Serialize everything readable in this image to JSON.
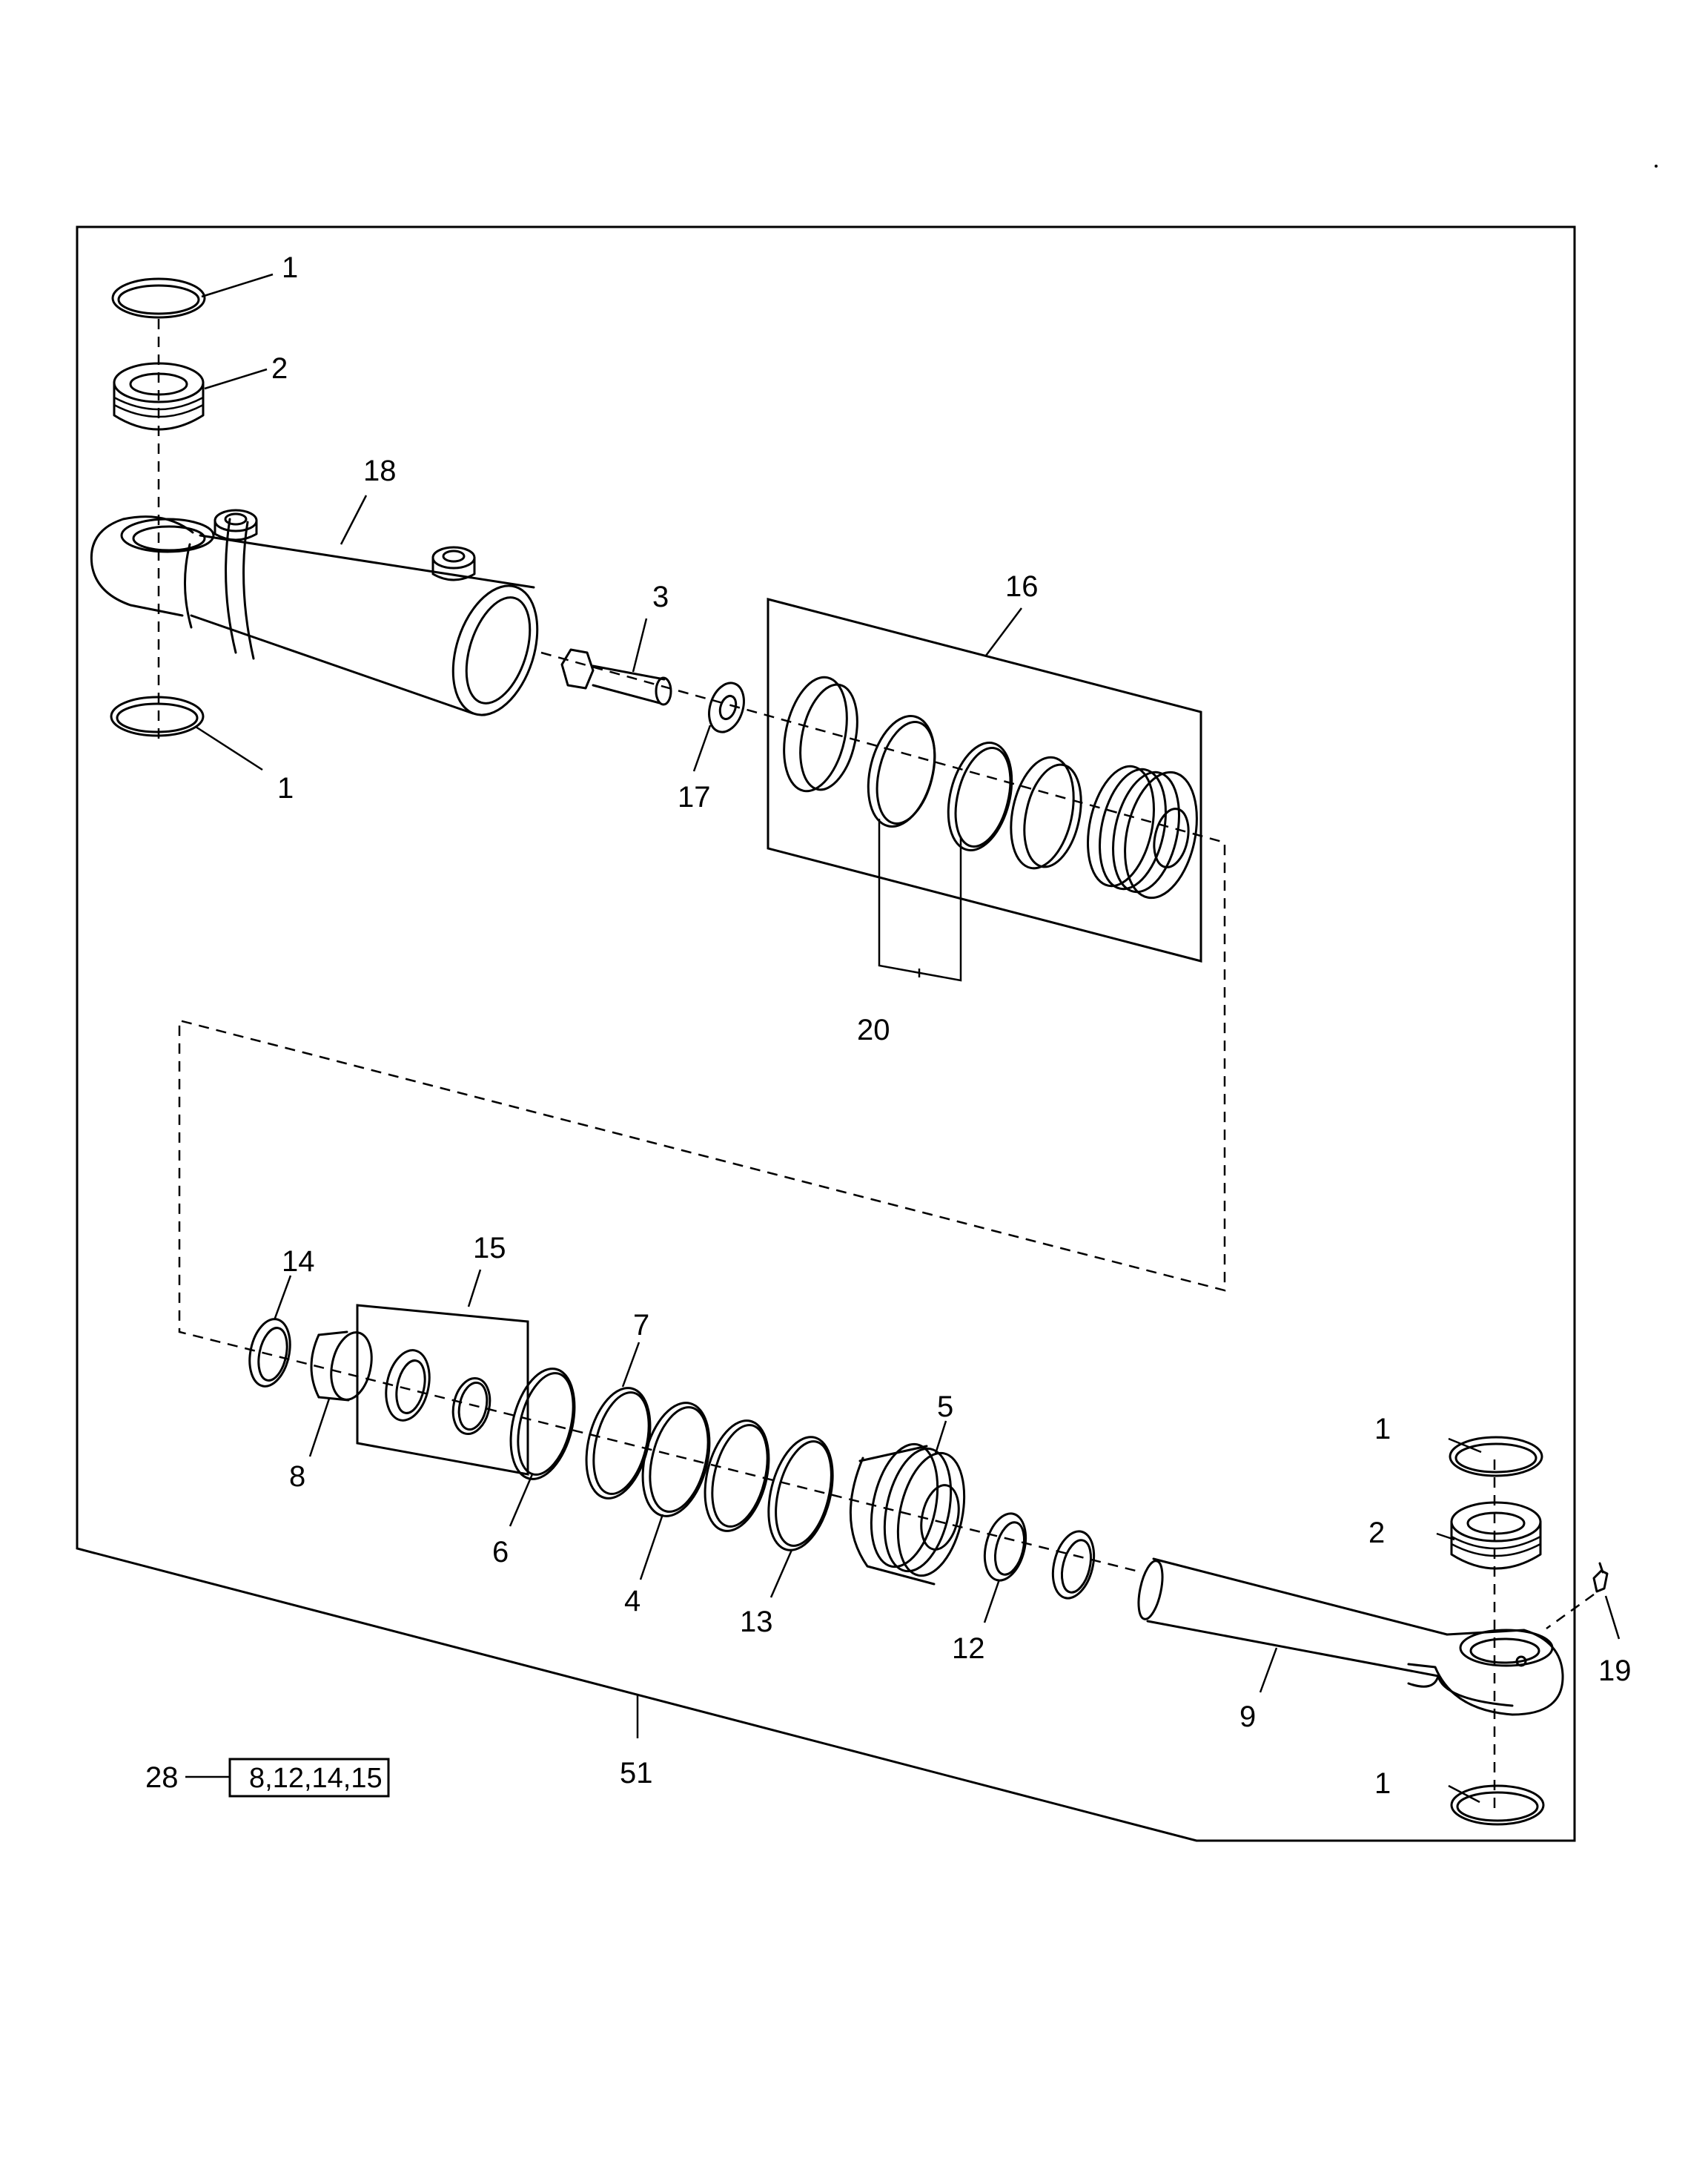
{
  "callouts": {
    "c1a": "1",
    "c1b": "1",
    "c1c": "1",
    "c1d": "1",
    "c2a": "2",
    "c2b": "2",
    "c3": "3",
    "c4": "4",
    "c5": "5",
    "c6": "6",
    "c7": "7",
    "c8": "8",
    "c9": "9",
    "c12": "12",
    "c13": "13",
    "c14": "14",
    "c15": "15",
    "c16": "16",
    "c17": "17",
    "c18": "18",
    "c19": "19",
    "c20": "20",
    "c51": "51",
    "c28": "28"
  },
  "reference_box": {
    "items": "8,12,14,15"
  }
}
